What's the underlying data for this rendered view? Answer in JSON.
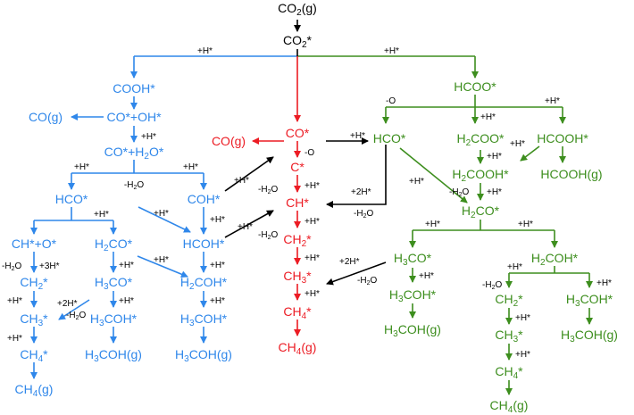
{
  "colors": {
    "blue": "#2f87ea",
    "red": "#ec1c24",
    "green": "#3d8e1e",
    "black": "#000000"
  },
  "top": {
    "co2g": "CO2(g)",
    "co2s": "CO2*",
    "label_left": "+H*",
    "label_right": "+H*"
  },
  "blue": {
    "cooh": "COOH*",
    "cog": "CO(g)",
    "co_oh": "CO*+OH*",
    "co_h2o": "CO*+H2O*",
    "lbl_h1": "+H*",
    "lbl_h2": "+H*",
    "lbl_h3": "+H*",
    "lbl_h2o": "-H2O",
    "hco": "HCO*",
    "coh": "COH*",
    "lbl_h4": "+H*",
    "lbl_h5": "+H*",
    "lbl_h6": "+H*",
    "ch_o": "CH*+O*",
    "h2co": "H2CO*",
    "hcoh": "HCOH*",
    "lbl_h2o2": "-H2O",
    "lbl_3h": "+3H*",
    "lbl_h7": "+H*",
    "lbl_h8": "+H*",
    "lbl_h9": "+H*",
    "ch2": "CH2*",
    "h3co": "H3CO*",
    "h2coh": "H2COH*",
    "lbl_h10": "+H*",
    "lbl_2h": "+2H*",
    "lbl_h2o3": "-H2O",
    "lbl_h11": "+H*",
    "lbl_h12": "+H*",
    "ch3": "CH3*",
    "h3coh_1": "H3COH*",
    "h3coh_2": "H3COH*",
    "lbl_h13": "+H*",
    "ch4": "CH4*",
    "h3cohg_1": "H3COH(g)",
    "h3cohg_2": "H3COH(g)",
    "ch4g": "CH4(g)"
  },
  "red": {
    "co": "CO*",
    "cog": "CO(g)",
    "lbl_o": "-O",
    "c": "C*",
    "lbl_h1": "+H*",
    "ch": "CH*",
    "lbl_h2": "+H*",
    "ch2": "CH2*",
    "lbl_h3": "+H*",
    "ch3": "CH3*",
    "lbl_h4": "+H*",
    "ch4": "CH4*",
    "ch4g": "CH4(g)"
  },
  "black": {
    "lbl_h_a": "+H*",
    "lbl_h2o_a": "-H2O",
    "lbl_h_b": "+H*",
    "lbl_h2o_b": "-H2O",
    "lbl_h_c": "+H*",
    "lbl_2h_d": "+2H*",
    "lbl_h2o_d": "-H2O",
    "lbl_2h_e": "+2H*",
    "lbl_h2o_e": "-H2O"
  },
  "green": {
    "hcoo": "HCOO*",
    "lbl_o": "-O",
    "lbl_h1": "+H*",
    "lbl_h2": "+H*",
    "hco": "HCO*",
    "h2coo": "H2COO*",
    "hcooh": "HCOOH*",
    "lbl_h3": "+H*",
    "lbl_h4": "+H*",
    "lbl_h5": "+H*",
    "h2cooh": "H2COOH*",
    "hcoohg": "HCOOH(g)",
    "lbl_h2o": "-H2O",
    "lbl_h6": "+H*",
    "h2co": "H2CO*",
    "lbl_h7": "+H*",
    "lbl_h8": "+H*",
    "h3co": "H3CO*",
    "h2coh": "H2COH*",
    "lbl_h9": "+H*",
    "lbl_h10": "+H*",
    "lbl_h2o2": "-H2O",
    "lbl_h11": "+H*",
    "h3coh_1": "H3COH*",
    "ch2": "CH2*",
    "h3coh_2": "H3COH*",
    "lbl_h12": "+H*",
    "h3cohg_1": "H3COH(g)",
    "ch3": "CH3*",
    "h3cohg_2": "H3COH(g)",
    "lbl_h13": "+H*",
    "ch4": "CH4*",
    "ch4g": "CH4(g)"
  }
}
